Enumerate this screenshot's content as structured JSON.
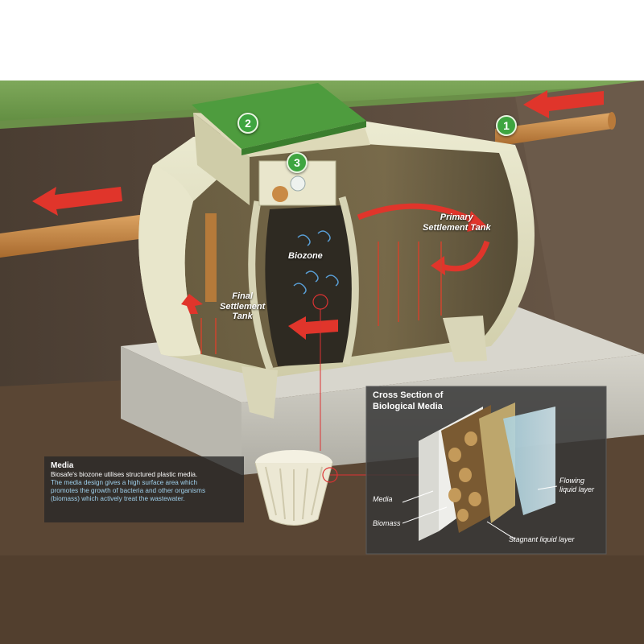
{
  "markers": [
    "1",
    "2",
    "3"
  ],
  "labels": {
    "primary": [
      "Primary",
      "Settlement Tank"
    ],
    "biozone": "Biozone",
    "final": [
      "Final",
      "Settlement",
      "Tank"
    ]
  },
  "media_box": {
    "title": "Media",
    "lines": [
      "Biosafe's biozone utilises structured plastic media.",
      "The media design gives a high surface area which",
      "promotes the growth of bacteria and other organisms",
      "(biomass) which actively treat the wastewater."
    ]
  },
  "cross_section": {
    "title": [
      "Cross Section of",
      "Biological Media"
    ],
    "media": "Media",
    "biomass": "Biomass",
    "flowing": [
      "Flowing",
      "liquid layer"
    ],
    "stagnant": "Stagnant liquid layer"
  },
  "colors": {
    "grass": "#6f9a4a",
    "soil": "#5b4a3c",
    "concrete": "#c9c7bd",
    "tank_shell": "#e4e2c6",
    "pipe": "#c98a45",
    "lid": "#4e9c3e",
    "flow_arrow": "#e0352b",
    "marker": "#3ea540"
  }
}
